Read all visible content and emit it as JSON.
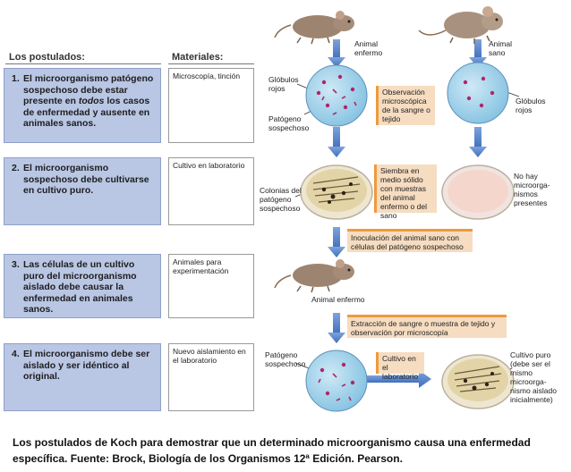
{
  "headers": {
    "postulates": "Los postulados:",
    "materials": "Materiales:"
  },
  "postulates": [
    {
      "num": "1.",
      "text_a": "El microorganismo patógeno sospechoso debe estar presente en ",
      "text_em": "todos",
      "text_b": " los casos de enfermedad y ausente en animales sanos."
    },
    {
      "num": "2.",
      "text": "El microorganismo sospechoso debe cultivarse en cultivo puro."
    },
    {
      "num": "3.",
      "text": "Las células de un cultivo puro del microorganismo aislado debe causar la enfermedad en animales sanos."
    },
    {
      "num": "4.",
      "text": "El microorganismo debe ser aislado y ser idéntico al original."
    }
  ],
  "materials": [
    "Microscopía, tinción",
    "Cultivo en laboratorio",
    "Animales para experimentación",
    "Nuevo aislamiento en el laboratorio"
  ],
  "labels": {
    "animal_enfermo": "Animal enfermo",
    "animal_sano": "Animal sano",
    "globulos_rojos": "Glóbulos rojos",
    "patogeno_sospechoso": "Patógeno sospechoso",
    "colonias": "Colonias del patógeno sospechoso",
    "no_hay": "No hay microorga-nismos presentes",
    "cultivo_puro": "Cultivo puro (debe ser el mismo microorga-nismo aislado inicialmente)"
  },
  "notes": {
    "observacion": "Observación microscópica de la sangre o tejido",
    "siembra": "Siembra en medio sólido con muestras del animal enfermo o del sano",
    "inoculacion": "Inoculación del animal sano con células del patógeno sospechoso",
    "extraccion": "Extracción de sangre o muestra de tejido y observación por microscopía",
    "cultivo_lab": "Cultivo en el laboratorio"
  },
  "caption": "Los postulados de Koch para demostrar que un determinado microorganismo causa una enfermedad específica.  Fuente: Brock, Biología de los Organismos 12ª Edición. Pearson.",
  "colors": {
    "postulate_bg": "#b9c6e4",
    "arrow": "#4a78c2",
    "note_bg": "#f6dcc0",
    "note_accent": "#ef9a3d",
    "microscope": "#8ec6e4"
  }
}
